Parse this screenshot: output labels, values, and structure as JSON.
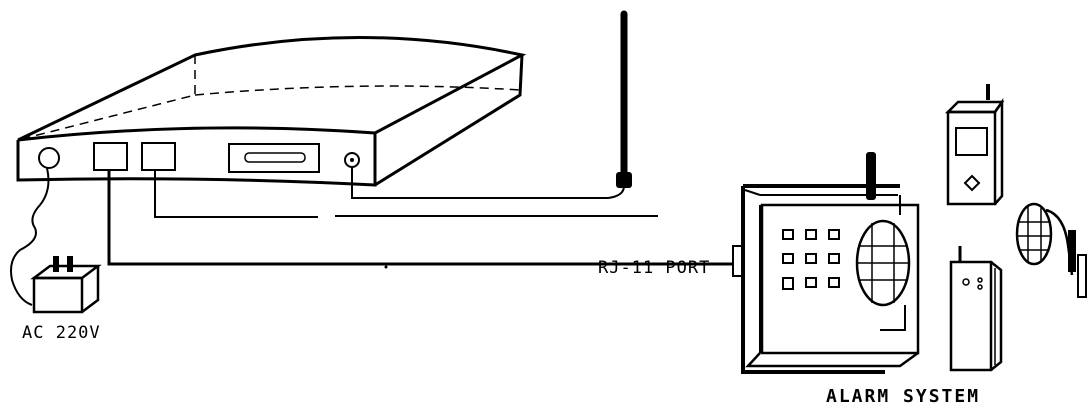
{
  "labels": {
    "power_adapter": "AC 220V",
    "phone_port": "RJ-11 PORT",
    "alarm_system": "ALARM SYSTEM"
  },
  "colors": {
    "line": "#000000",
    "background": "#ffffff"
  }
}
